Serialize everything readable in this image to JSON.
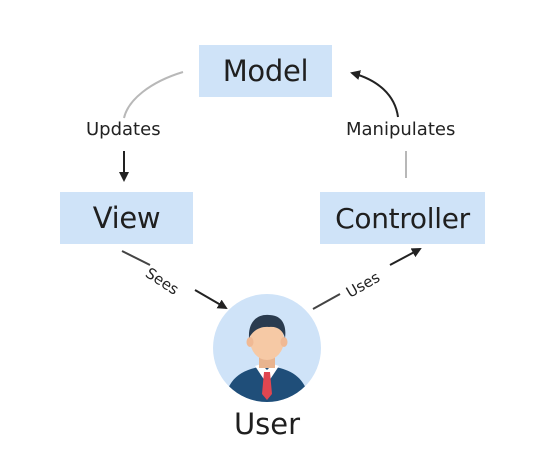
{
  "nodes": {
    "model": "Model",
    "view": "View",
    "controller": "Controller",
    "user": "User"
  },
  "edges": {
    "updates": "Updates",
    "manipulates": "Manipulates",
    "sees": "Sees",
    "uses": "Uses"
  },
  "colors": {
    "node_fill": "#cfe3f8",
    "avatar_bg": "#cfe3f8",
    "suit": "#1f4e79",
    "tie": "#e04650",
    "hair": "#2a3b4f",
    "skin": "#f6c9a5",
    "arrow": "#222222",
    "curve": "#b8b8b8"
  },
  "icons": {
    "user_avatar": "businessman-avatar-icon"
  }
}
